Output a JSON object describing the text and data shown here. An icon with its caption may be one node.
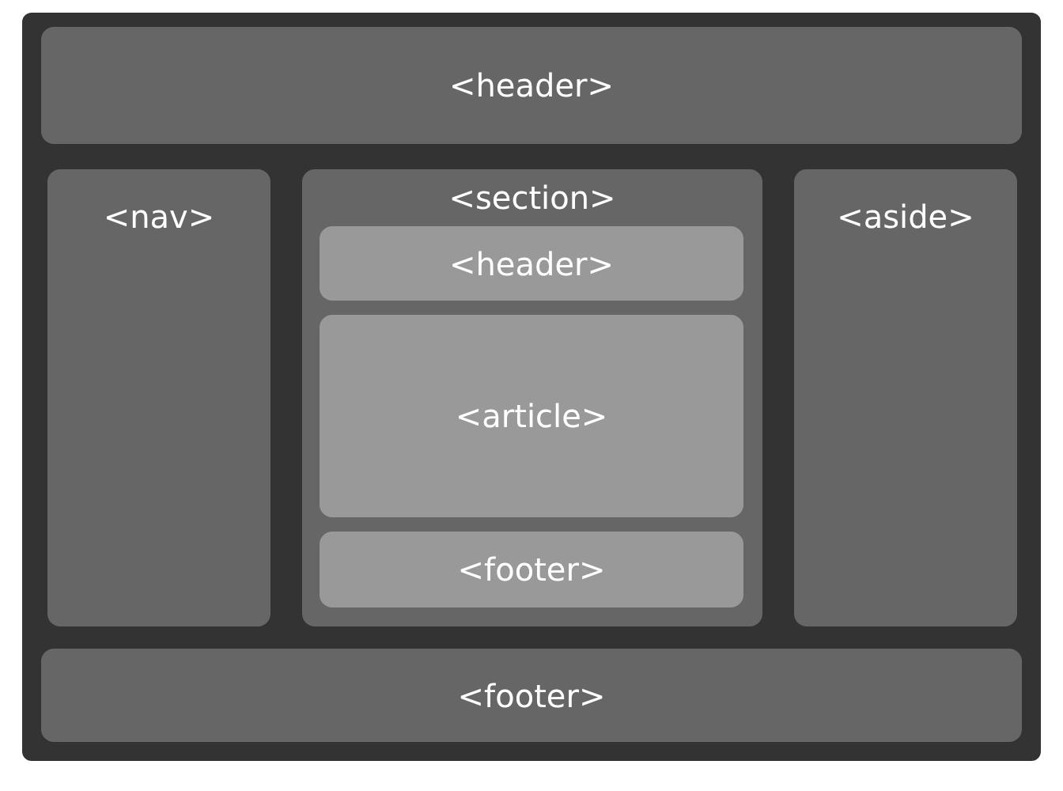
{
  "diagram": {
    "nodes": [
      {
        "text": [],
        "shape": "box"
      },
      {
        "text": [
          "<header>"
        ],
        "in": 0
      },
      {
        "text": [
          "<nav>"
        ],
        "in": 0
      },
      {
        "text": [
          "<section>"
        ],
        "in": 0
      },
      {
        "text": [
          "<header>"
        ],
        "in": 3
      },
      {
        "text": [
          "<article>"
        ],
        "in": 3
      },
      {
        "text": [
          "<footer>"
        ],
        "in": 3
      },
      {
        "text": [
          "<aside>"
        ],
        "in": 0
      },
      {
        "text": [
          "<footer>"
        ],
        "in": 0
      }
    ]
  }
}
